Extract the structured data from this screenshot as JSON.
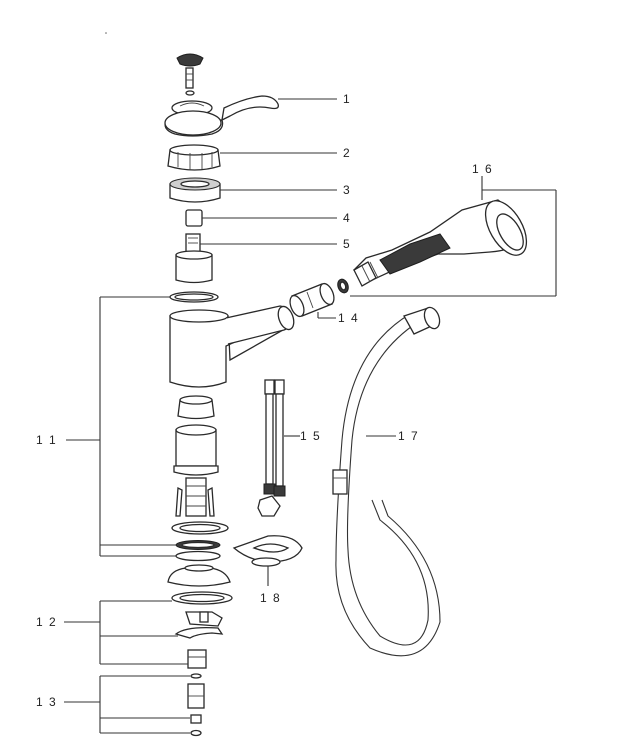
{
  "callouts": {
    "c1": "1",
    "c2": "2",
    "c3": "3",
    "c4": "4",
    "c5": "5",
    "c11": "1 1",
    "c12": "1 2",
    "c13": "1 3",
    "c14": "1 4",
    "c15": "1 5",
    "c16": "1 6",
    "c17": "1 7",
    "c18": "1 8"
  }
}
